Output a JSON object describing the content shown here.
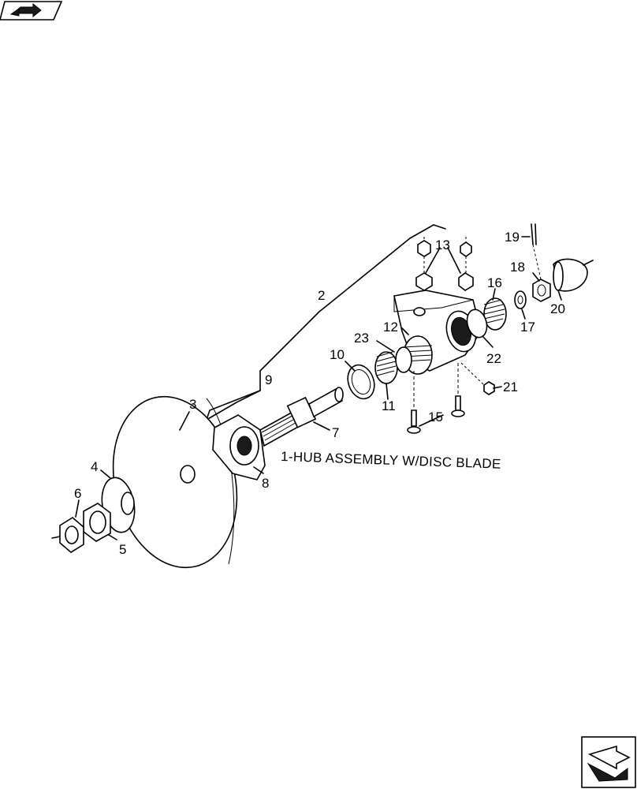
{
  "caption": "1-HUB ASSEMBLY W/DISC BLADE",
  "callouts": [
    {
      "id": "2",
      "label": "2"
    },
    {
      "id": "3",
      "label": "3"
    },
    {
      "id": "4",
      "label": "4"
    },
    {
      "id": "5",
      "label": "5"
    },
    {
      "id": "6",
      "label": "6"
    },
    {
      "id": "7",
      "label": "7"
    },
    {
      "id": "8",
      "label": "8"
    },
    {
      "id": "9",
      "label": "9"
    },
    {
      "id": "10",
      "label": "10"
    },
    {
      "id": "11",
      "label": "11"
    },
    {
      "id": "12",
      "label": "12"
    },
    {
      "id": "13",
      "label": "13"
    },
    {
      "id": "15",
      "label": "15"
    },
    {
      "id": "16",
      "label": "16"
    },
    {
      "id": "17",
      "label": "17"
    },
    {
      "id": "18",
      "label": "18"
    },
    {
      "id": "19",
      "label": "19"
    },
    {
      "id": "20",
      "label": "20"
    },
    {
      "id": "21",
      "label": "21"
    },
    {
      "id": "22",
      "label": "22"
    },
    {
      "id": "23",
      "label": "23"
    }
  ],
  "icons": {
    "top_left": "book-arrow-icon",
    "bottom_right": "navigate-arrow-icon"
  }
}
